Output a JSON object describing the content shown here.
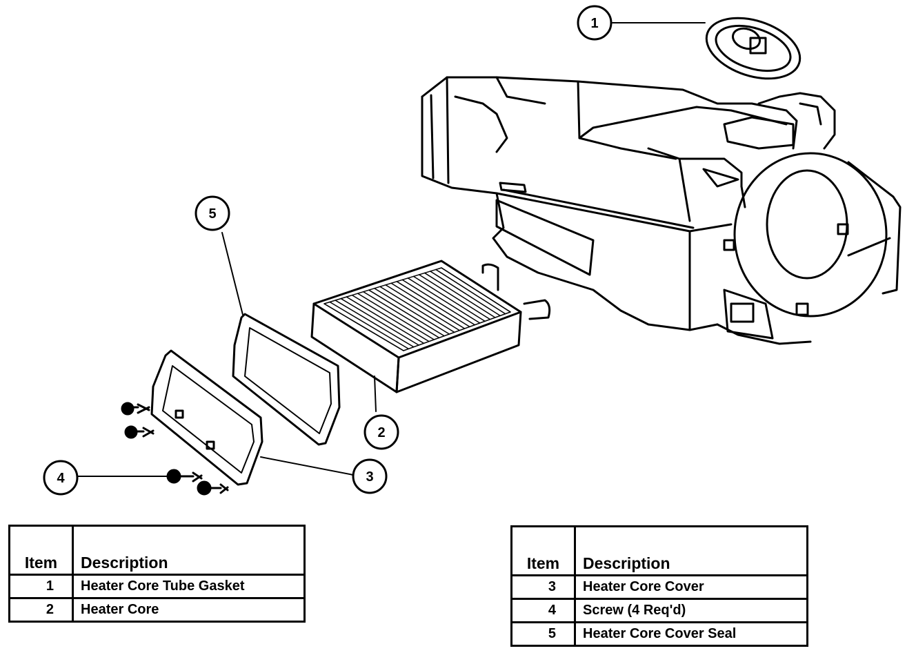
{
  "callouts": [
    "1",
    "2",
    "3",
    "4",
    "5"
  ],
  "legend_left": {
    "header_item": "Item",
    "header_description": "Description",
    "rows": [
      {
        "item": "1",
        "description": "Heater Core Tube Gasket"
      },
      {
        "item": "2",
        "description": "Heater Core"
      }
    ]
  },
  "legend_right": {
    "header_item": "Item",
    "header_description": "Description",
    "rows": [
      {
        "item": "3",
        "description": "Heater Core Cover"
      },
      {
        "item": "4",
        "description": "Screw (4 Req'd)"
      },
      {
        "item": "5",
        "description": "Heater Core Cover Seal"
      }
    ]
  }
}
